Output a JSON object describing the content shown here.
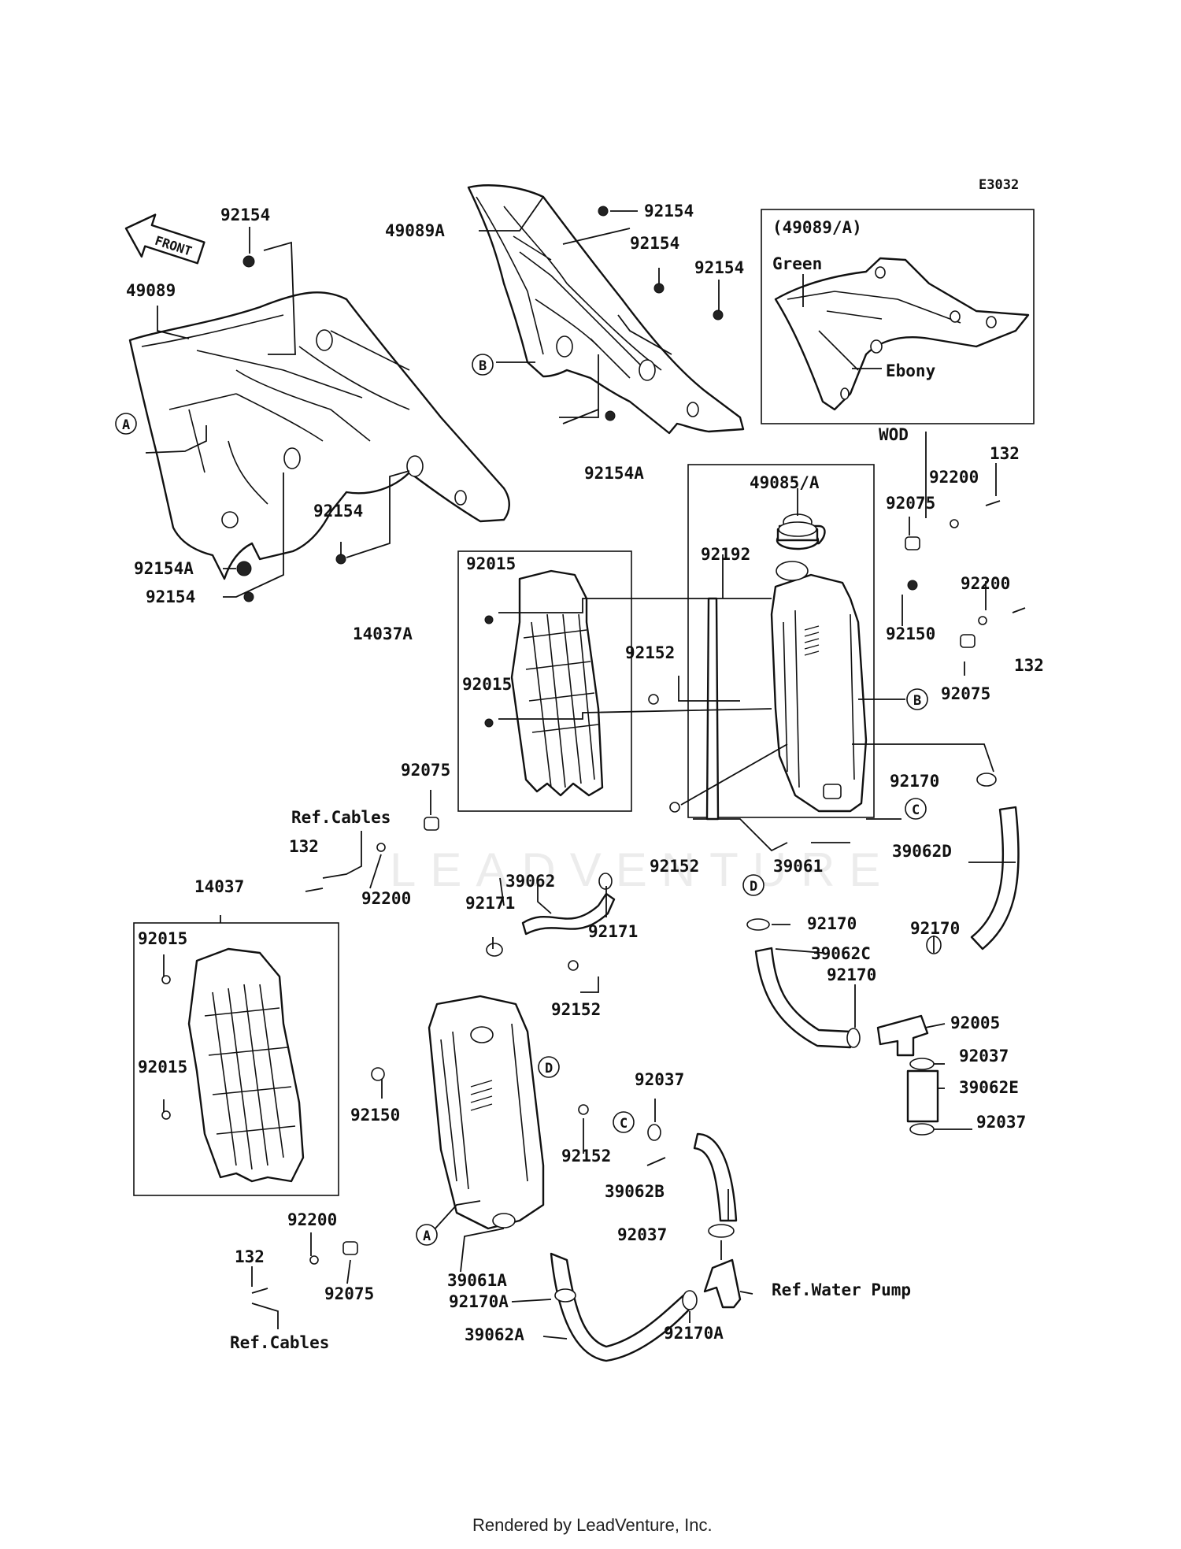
{
  "diagram": {
    "code": "E3032",
    "front_label": "FRONT",
    "footer": "Rendered by LeadVenture, Inc.",
    "watermark": "LEADVENTURE",
    "inset": {
      "title": "(49089/A)",
      "color_1": "Green",
      "color_2": "Ebony",
      "caption": "WOD"
    },
    "callouts": [
      "A",
      "B",
      "C",
      "D"
    ],
    "labels": {
      "l_92154_top_left": "92154",
      "l_49089": "49089",
      "l_92154_mid_left": "92154",
      "l_92154A_left": "92154A",
      "l_92154_low_left": "92154",
      "l_49089A": "49089A",
      "l_92154_top1": "92154",
      "l_92154_top2": "92154",
      "l_92154_top3": "92154",
      "l_92154A_mid": "92154A",
      "l_49085A": "49085/A",
      "l_92075_r1": "92075",
      "l_92200_r1": "92200",
      "l_132_r1": "132",
      "l_92192": "92192",
      "l_92015_r1": "92015",
      "l_14037A": "14037A",
      "l_92150_r": "92150",
      "l_92200_r2": "92200",
      "l_92152_r1": "92152",
      "l_92015_r2": "92015",
      "l_132_r2": "132",
      "l_92075_r2": "92075",
      "l_92170_r1": "92170",
      "l_92152_r2": "92152",
      "l_39061": "39061",
      "l_39062D": "39062D",
      "l_92075_l1": "92075",
      "l_refcables_1": "Ref.Cables",
      "l_132_l1": "132",
      "l_92200_l1": "92200",
      "l_14037": "14037",
      "l_39062": "39062",
      "l_92171_a": "92171",
      "l_92171_b": "92171",
      "l_92170_d": "92170",
      "l_92170_mid": "92170",
      "l_39062C": "39062C",
      "l_92170_mid2": "92170",
      "l_92005": "92005",
      "l_92037_a": "92037",
      "l_39062E": "39062E",
      "l_92037_b": "92037",
      "l_92015_l1": "92015",
      "l_92015_l2": "92015",
      "l_92152_l1": "92152",
      "l_92150_l": "92150",
      "l_92152_l2": "92152",
      "l_92037_c": "92037",
      "l_39062B": "39062B",
      "l_92037_d": "92037",
      "l_92200_l2": "92200",
      "l_132_l2": "132",
      "l_92075_l2": "92075",
      "l_39061A": "39061A",
      "l_92170A_l": "92170A",
      "l_refwaterpump": "Ref.Water Pump",
      "l_39062A": "39062A",
      "l_92170A_r": "92170A",
      "l_refcables_2": "Ref.Cables"
    }
  }
}
